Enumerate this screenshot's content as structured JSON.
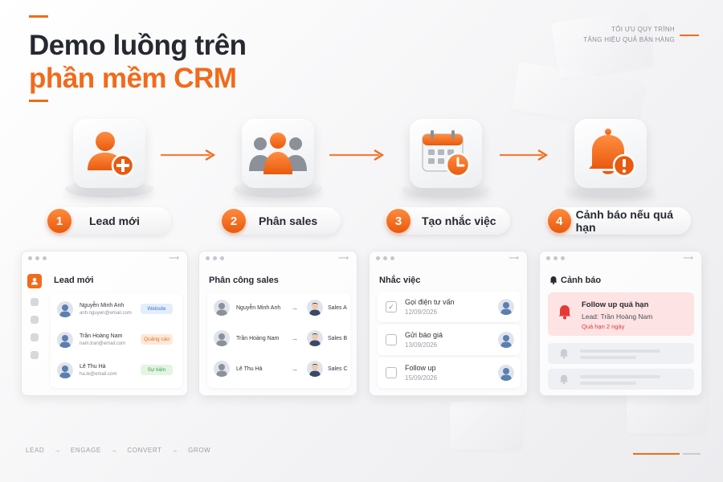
{
  "header": {
    "title_line1": "Demo luồng trên",
    "title_line2": "phần mềm CRM",
    "tagline_line1": "TỐI ƯU QUY TRÌNH",
    "tagline_line2": "TĂNG HIỆU QUẢ BÁN HÀNG"
  },
  "steps": [
    {
      "number": "1",
      "label": "Lead mới",
      "icon": "user-add-icon"
    },
    {
      "number": "2",
      "label": "Phân sales",
      "icon": "team-icon"
    },
    {
      "number": "3",
      "label": "Tạo nhắc việc",
      "icon": "calendar-clock-icon"
    },
    {
      "number": "4",
      "label": "Cảnh báo nếu quá hạn",
      "icon": "bell-alert-icon"
    }
  ],
  "windows": {
    "lead": {
      "title": "Lead mới",
      "rows": [
        {
          "name": "Nguyễn Minh Anh",
          "email": "anh.nguyen@email.com",
          "source": "Website"
        },
        {
          "name": "Trần Hoàng Nam",
          "email": "nam.tran@email.com",
          "source": "Quảng cáo"
        },
        {
          "name": "Lê Thu Hà",
          "email": "ha.le@email.com",
          "source": "Sự kiện"
        }
      ]
    },
    "assign": {
      "title": "Phân công sales",
      "rows": [
        {
          "name": "Nguyễn Minh Anh",
          "arrow": "→",
          "sales": "Sales A"
        },
        {
          "name": "Trần Hoàng Nam",
          "arrow": "→",
          "sales": "Sales B"
        },
        {
          "name": "Lê Thu Hà",
          "arrow": "→",
          "sales": "Sales C"
        }
      ]
    },
    "tasks": {
      "title": "Nhắc việc",
      "rows": [
        {
          "title": "Gọi điện tư vấn",
          "date": "12/09/2026",
          "checked": true
        },
        {
          "title": "Gửi báo giá",
          "date": "13/09/2026",
          "checked": false
        },
        {
          "title": "Follow up",
          "date": "15/09/2026",
          "checked": false
        }
      ]
    },
    "alerts": {
      "title": "Cảnh báo",
      "alert_title": "Follow up quá hạn",
      "alert_lead": "Lead: Trần Hoàng Nam",
      "alert_overdue": "Quá hạn 2 ngày"
    }
  },
  "footer": {
    "flow": [
      "LEAD",
      "ENGAGE",
      "CONVERT",
      "GROW"
    ],
    "arrow": "→"
  },
  "colors": {
    "accent": "#f26a1b",
    "alert_red": "#e53935",
    "avatar_blue": "#5b7fb0"
  }
}
